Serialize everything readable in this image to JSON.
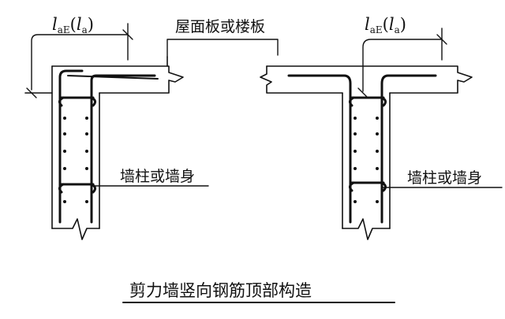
{
  "labels": {
    "roof_or_floor": "屋面板或楼板",
    "wall_column_left": "墙柱或墙身",
    "wall_column_right": "墙柱或墙身",
    "title": "剪力墙竖向钢筋顶部构造"
  },
  "anchorage": {
    "symbol": "l",
    "seismic_subscript": "aE",
    "paren_open": "(",
    "nonseismic_symbol": "l",
    "nonseismic_subscript": "a",
    "paren_close": ")"
  },
  "colors": {
    "line": "#111111",
    "background": "#ffffff"
  }
}
